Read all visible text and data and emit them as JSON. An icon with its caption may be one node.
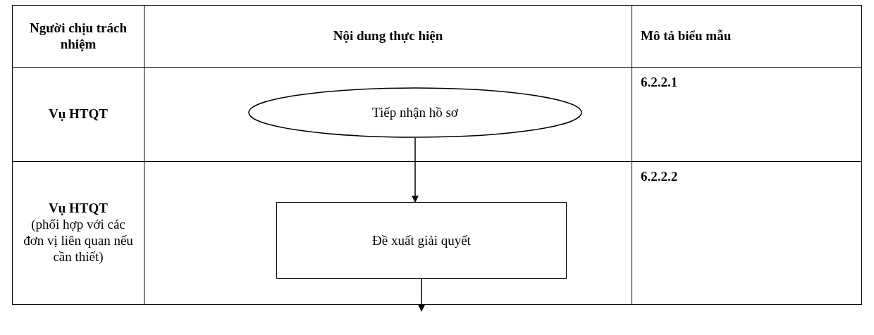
{
  "diagram": {
    "nodes": [
      {
        "text": [
          "Tiếp nhận hồ sơ"
        ]
      },
      {
        "text": [
          "Đề xuất giải quyết"
        ]
      }
    ],
    "edges": [
      {
        "from": 0,
        "to": 1,
        "arrow": "to"
      },
      {
        "from": 1,
        "to": null,
        "arrow": "to"
      }
    ],
    "labels": [
      "Người chịu trách nhiệm",
      "Nội dung thực hiện",
      "Mô tả biểu mẫu",
      "Vụ HTQT",
      "6.2.2.1",
      "Vụ HTQT",
      "(phối hợp với các đơn vị liên quan nếu cần thiết)",
      "6.2.2.2"
    ]
  }
}
